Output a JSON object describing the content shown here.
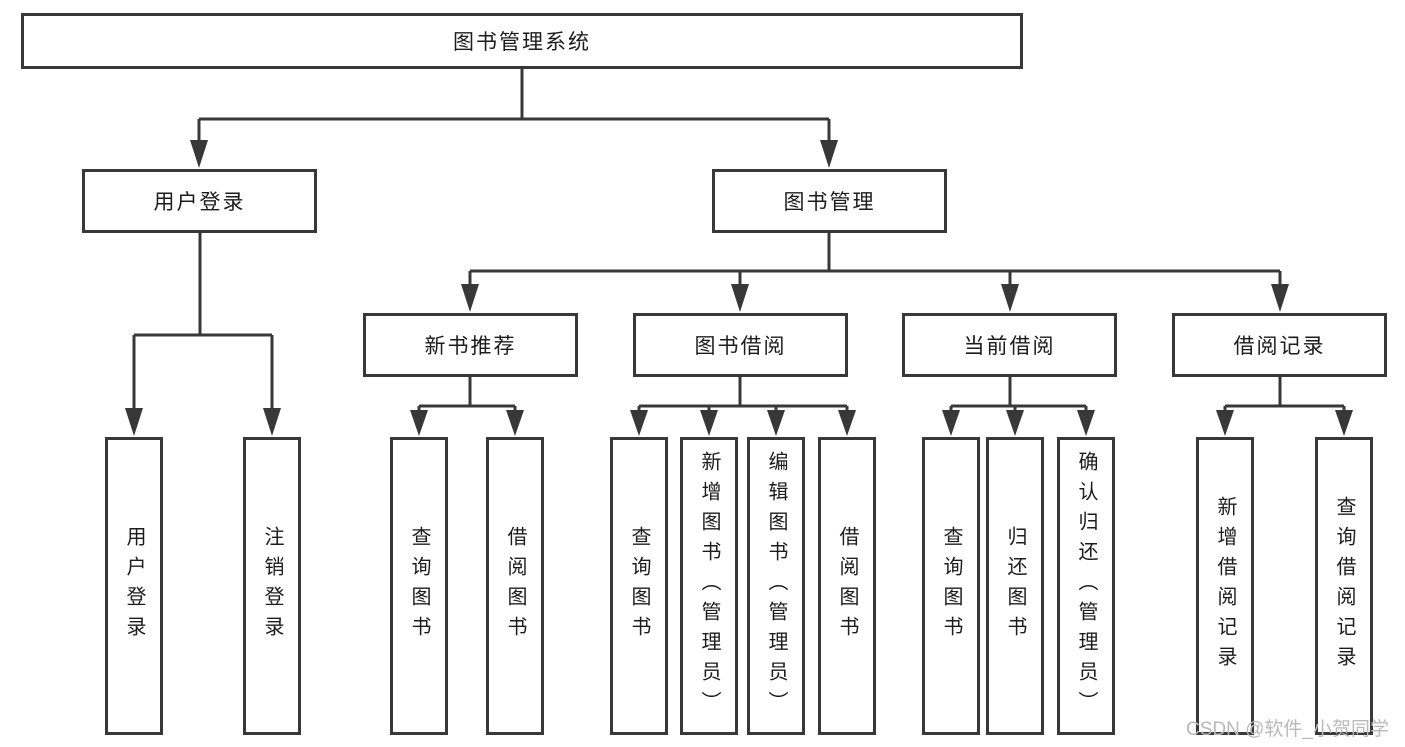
{
  "diagram": {
    "root": "图书管理系统",
    "branches": [
      {
        "label": "用户登录",
        "children": [
          "用户登录",
          "注销登录"
        ]
      },
      {
        "label": "图书管理",
        "groups": [
          {
            "label": "新书推荐",
            "children": [
              "查询图书",
              "借阅图书"
            ]
          },
          {
            "label": "图书借阅",
            "children": [
              "查询图书",
              "新增图书（管理员）",
              "编辑图书（管理员）",
              "借阅图书"
            ]
          },
          {
            "label": "当前借阅",
            "children": [
              "查询图书",
              "归还图书",
              "确认归还（管理员）"
            ]
          },
          {
            "label": "借阅记录",
            "children": [
              "新增借阅记录",
              "查询借阅记录"
            ]
          }
        ]
      }
    ]
  },
  "colors": {
    "line": "#383838",
    "text": "#1c1c1c",
    "watermark": "#b9b9b9",
    "background": "#ffffff"
  },
  "watermark": {
    "text": "CSDN @软件_小贺同学"
  }
}
